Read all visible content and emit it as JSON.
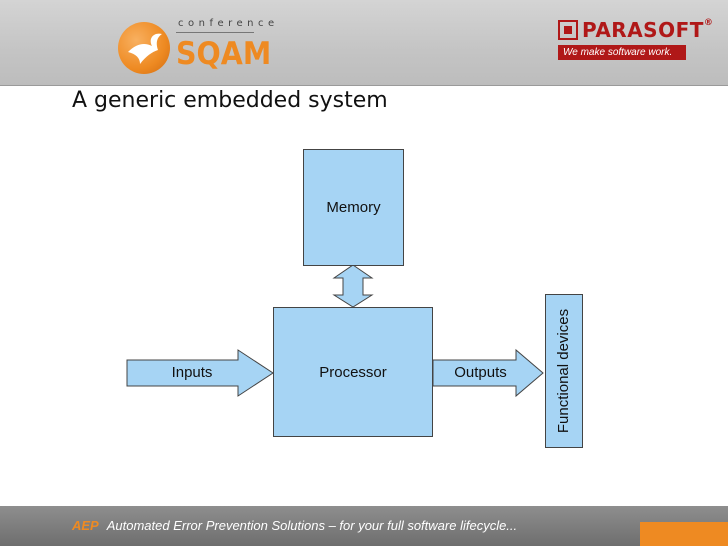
{
  "header": {
    "sqam_logo": {
      "small_text": "conference",
      "word": "SQAM"
    },
    "parasoft_logo": {
      "name": "PARASOFT",
      "mark": "®",
      "tagline": "We make software work."
    }
  },
  "slide": {
    "title": "A generic embedded system"
  },
  "diagram": {
    "memory_label": "Memory",
    "processor_label": "Processor",
    "inputs_label": "Inputs",
    "outputs_label": "Outputs",
    "functional_devices_label": "Functional devices",
    "block_color": "#a6d4f4",
    "connector_color": "#a6d4f4"
  },
  "footer": {
    "aep": "AEP",
    "text": "Automated Error Prevention Solutions – for your full software lifecycle..."
  },
  "colors": {
    "brand_orange": "#ee8a22",
    "brand_red": "#b01818"
  }
}
